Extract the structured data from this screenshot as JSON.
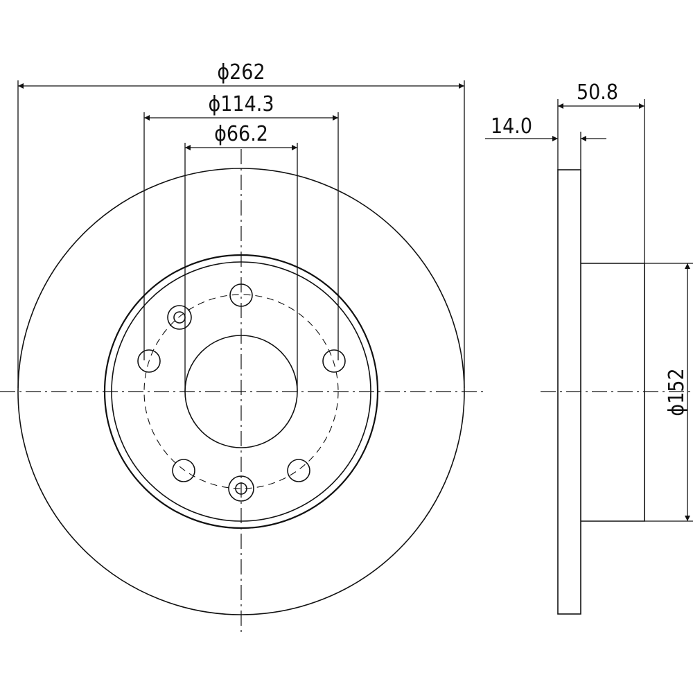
{
  "dimensions": {
    "outer_diameter": "ϕ262",
    "bolt_circle_diameter": "ϕ114.3",
    "center_bore_diameter": "ϕ66.2",
    "overall_height": "50.8",
    "disc_thickness": "14.0",
    "hat_diameter": "ϕ152"
  },
  "colors": {
    "line": "#111111",
    "background": "#ffffff"
  }
}
